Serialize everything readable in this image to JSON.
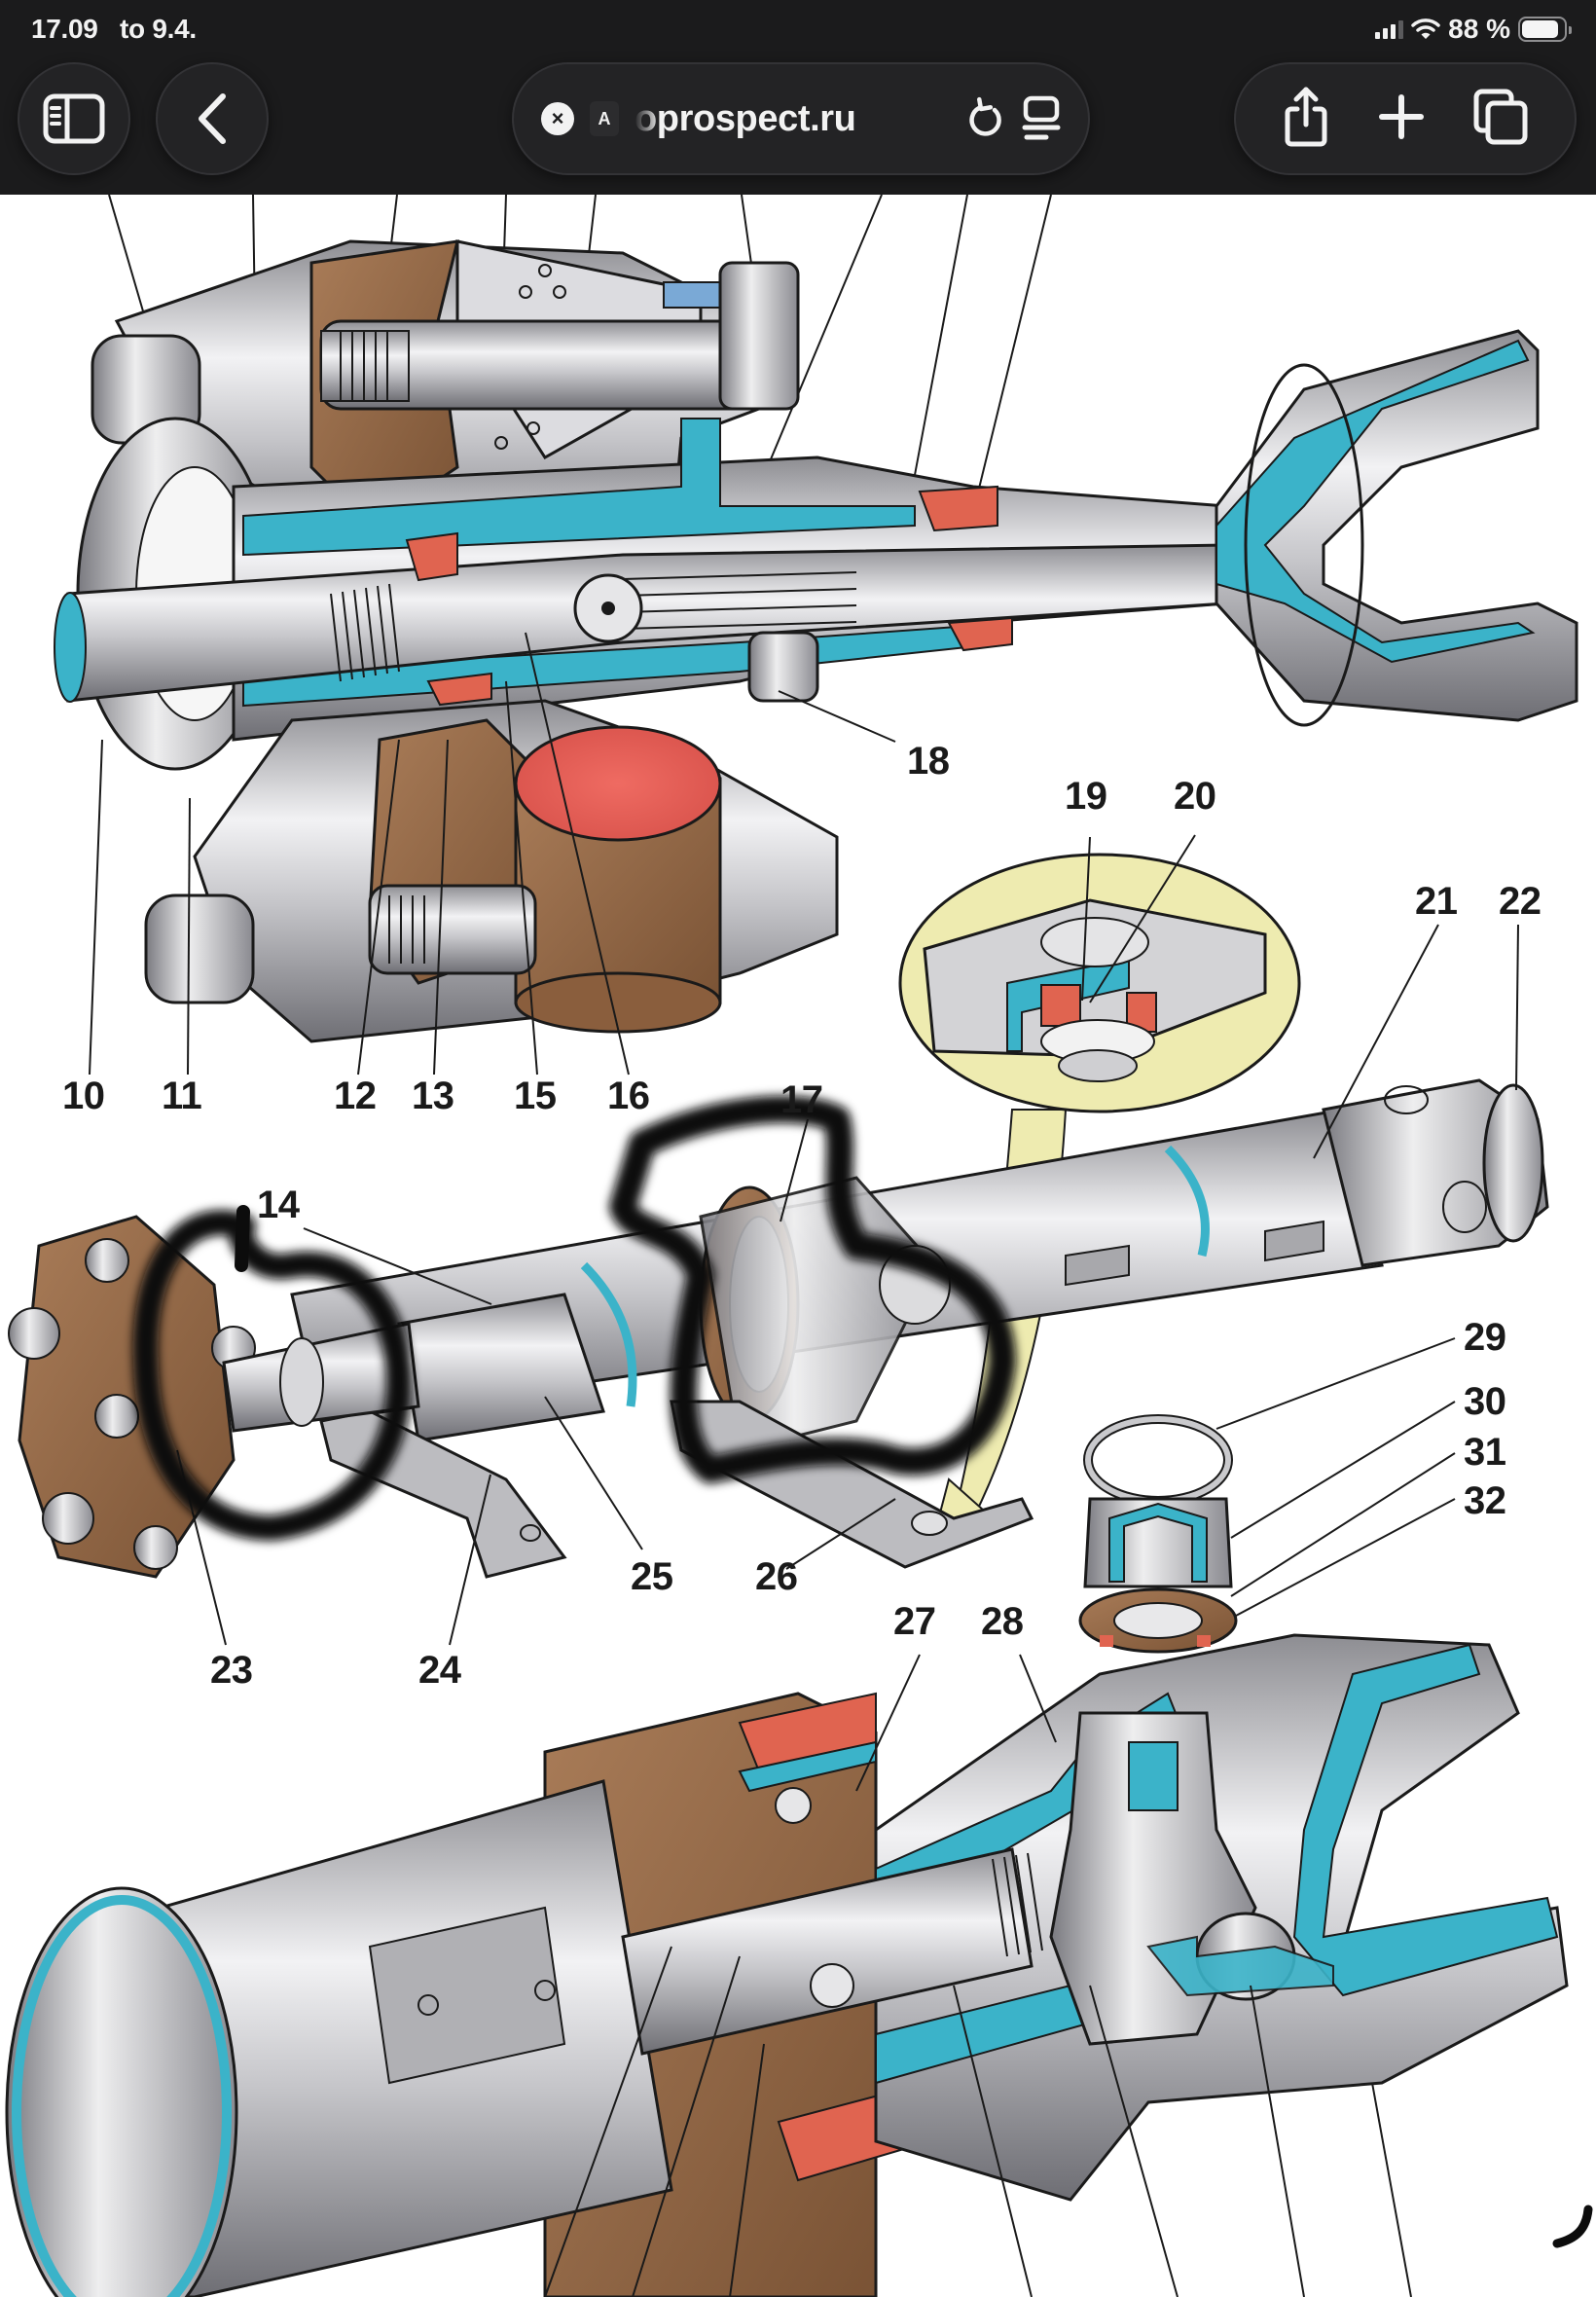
{
  "status_bar": {
    "time": "17.09",
    "date": "to 9.4.",
    "battery_percent_label": "88 %",
    "battery_level": 0.88,
    "signal_bars": 3,
    "signal_bars_max": 4,
    "icons": [
      "cellular-signal-icon",
      "wifi-icon",
      "battery-icon"
    ]
  },
  "toolbar": {
    "sidebar_icon": "sidebar-icon",
    "back_icon": "chevron-left-icon",
    "address": {
      "clear_icon": "clear-x-icon",
      "reader_label": "A",
      "url_text": "oprospect.ru",
      "reload_icon": "reload-icon",
      "page_menu_icon": "page-menu-icon"
    },
    "share_icon": "share-icon",
    "new_tab_icon": "plus-icon",
    "tabs_icon": "tabs-icon"
  },
  "diagram": {
    "subject": "Steering column and intermediate shaft assembly cutaway",
    "colors": {
      "section_cut": "#3bb3c9",
      "seal_red": "#e06450",
      "bronze": "#9c6f4b",
      "metal": "#b8b8bc",
      "inset_bg": "#eeebb0",
      "annotation": "#0c0c0c"
    },
    "callouts": [
      {
        "id": "10",
        "label": "10"
      },
      {
        "id": "11",
        "label": "11"
      },
      {
        "id": "12",
        "label": "12"
      },
      {
        "id": "13",
        "label": "13"
      },
      {
        "id": "14",
        "label": "14"
      },
      {
        "id": "15",
        "label": "15"
      },
      {
        "id": "16",
        "label": "16"
      },
      {
        "id": "17",
        "label": "17"
      },
      {
        "id": "18",
        "label": "18"
      },
      {
        "id": "19",
        "label": "19"
      },
      {
        "id": "20",
        "label": "20"
      },
      {
        "id": "21",
        "label": "21"
      },
      {
        "id": "22",
        "label": "22"
      },
      {
        "id": "23",
        "label": "23"
      },
      {
        "id": "24",
        "label": "24"
      },
      {
        "id": "25",
        "label": "25"
      },
      {
        "id": "26",
        "label": "26"
      },
      {
        "id": "27",
        "label": "27"
      },
      {
        "id": "28",
        "label": "28"
      },
      {
        "id": "29",
        "label": "29"
      },
      {
        "id": "30",
        "label": "30"
      },
      {
        "id": "31",
        "label": "31"
      },
      {
        "id": "32",
        "label": "32"
      }
    ],
    "annotations": [
      {
        "name": "hand-drawn-circle-around-flexible-coupling",
        "target_callouts": [
          "23",
          "14"
        ]
      },
      {
        "name": "hand-drawn-circle-around-intermediate-support",
        "target_callouts": [
          "17"
        ]
      }
    ]
  }
}
